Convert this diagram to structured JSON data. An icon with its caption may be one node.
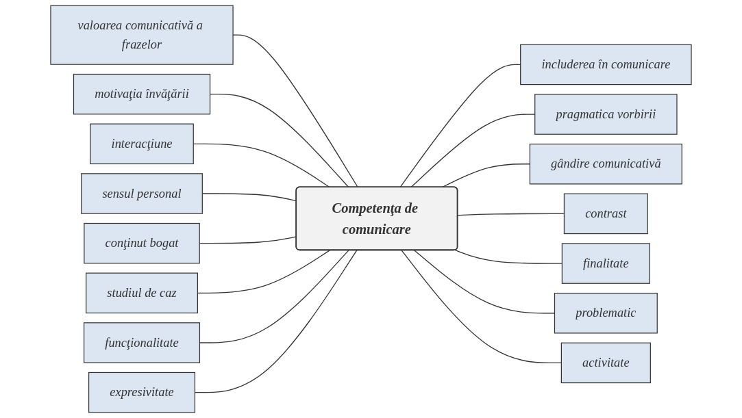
{
  "diagram": {
    "nodes": [
      {
        "text": [
          "Competenţa de comunicare"
        ]
      },
      {
        "text": [
          "valoarea comunicativă a frazelor"
        ]
      },
      {
        "text": [
          "includerea în comunicare"
        ]
      },
      {
        "text": [
          "motivaţia învăţării"
        ]
      },
      {
        "text": [
          "pragmatica vorbirii"
        ]
      },
      {
        "text": [
          "interacţiune"
        ]
      },
      {
        "text": [
          "gândire comunicativă"
        ]
      },
      {
        "text": [
          "sensul personal"
        ]
      },
      {
        "text": [
          "contrast"
        ]
      },
      {
        "text": [
          "conţinut bogat"
        ]
      },
      {
        "text": [
          "finalitate"
        ]
      },
      {
        "text": [
          "studiul de caz"
        ]
      },
      {
        "text": [
          "problematic"
        ]
      },
      {
        "text": [
          "funcţionalitate"
        ]
      },
      {
        "text": [
          "expresivitate"
        ]
      },
      {
        "text": [
          "activitate"
        ]
      }
    ],
    "edges": [
      {
        "from": 1,
        "to": 0,
        "arrow": "none"
      },
      {
        "from": 2,
        "to": 0,
        "arrow": "none"
      },
      {
        "from": 3,
        "to": 0,
        "arrow": "none"
      },
      {
        "from": 4,
        "to": 0,
        "arrow": "none"
      },
      {
        "from": 5,
        "to": 0,
        "arrow": "none"
      },
      {
        "from": 6,
        "to": 0,
        "arrow": "none"
      },
      {
        "from": 7,
        "to": 0,
        "arrow": "none"
      },
      {
        "from": 8,
        "to": 0,
        "arrow": "none"
      },
      {
        "from": 9,
        "to": 0,
        "arrow": "none"
      },
      {
        "from": 10,
        "to": 0,
        "arrow": "none"
      },
      {
        "from": 11,
        "to": 0,
        "arrow": "none"
      },
      {
        "from": 12,
        "to": 0,
        "arrow": "none"
      },
      {
        "from": 13,
        "to": 0,
        "arrow": "none"
      },
      {
        "from": 14,
        "to": 0,
        "arrow": "none"
      },
      {
        "from": 15,
        "to": 0,
        "arrow": "none"
      }
    ]
  }
}
